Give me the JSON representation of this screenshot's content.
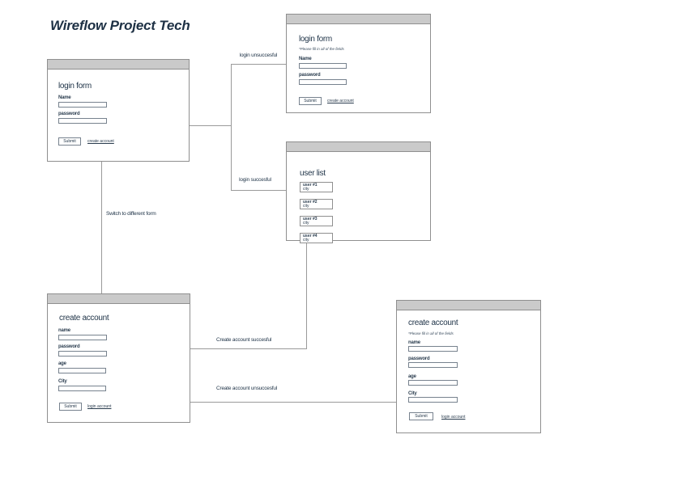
{
  "page": {
    "title": "Wireflow Project Tech"
  },
  "colors": {
    "ink": "#22364a",
    "connector_line": "#9a9a9a",
    "titlebar_fill": "#cacaca",
    "frame_border": "#8f8f8f"
  },
  "frames": {
    "login_a": {
      "heading": "login form",
      "fields": [
        {
          "label": "Name",
          "value": ""
        },
        {
          "label": "password",
          "value": ""
        }
      ],
      "submit_label": "Submit",
      "link_label": "create account"
    },
    "login_b": {
      "heading": "login form",
      "note": "*Please fill in all of the fields",
      "fields": [
        {
          "label": "Name",
          "value": ""
        },
        {
          "label": "password",
          "value": ""
        }
      ],
      "submit_label": "Submit",
      "link_label": "create account"
    },
    "user_list": {
      "heading": "user list",
      "items": [
        {
          "name": "user #1",
          "city": "city"
        },
        {
          "name": "user #2",
          "city": "city"
        },
        {
          "name": "user #3",
          "city": "city"
        },
        {
          "name": "user #4",
          "city": "city"
        }
      ]
    },
    "create_a": {
      "heading": "create account",
      "fields": [
        {
          "label": "name",
          "value": ""
        },
        {
          "label": "password",
          "value": ""
        },
        {
          "label": "age",
          "value": ""
        },
        {
          "label": "City",
          "value": ""
        }
      ],
      "submit_label": "Submit",
      "link_label": "login account"
    },
    "create_b": {
      "heading": "create account",
      "note": "*Please fill in all of the fields",
      "fields": [
        {
          "label": "name",
          "value": ""
        },
        {
          "label": "password",
          "value": ""
        },
        {
          "label": "age",
          "value": ""
        },
        {
          "label": "City",
          "value": ""
        }
      ],
      "submit_label": "Submit",
      "link_label": "login account"
    }
  },
  "connectors": {
    "login_unsuccessful": "login unsuccesful",
    "login_successful": "login succesful",
    "switch_form": "Switch to different form",
    "create_successful": "Create account succesful",
    "create_unsuccessful": "Create account unsuccesful"
  }
}
